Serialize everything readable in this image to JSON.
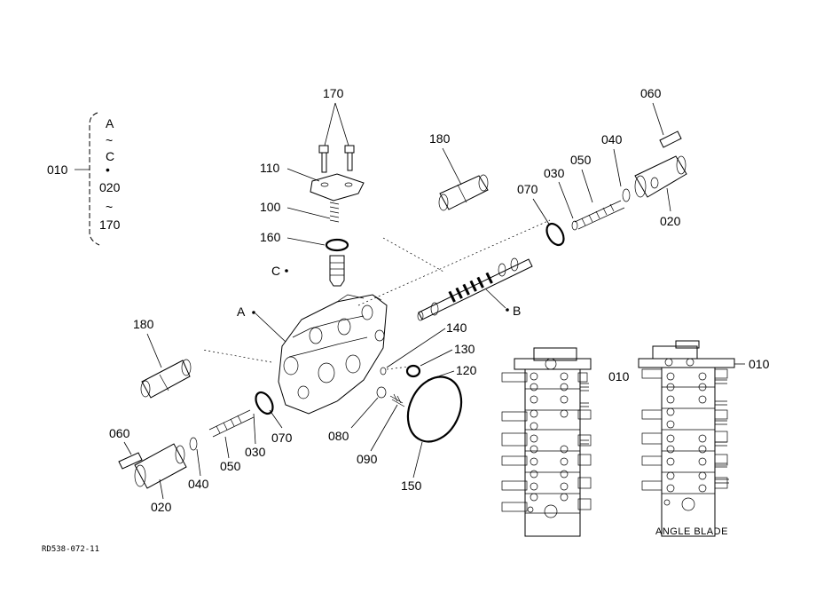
{
  "bracket": {
    "ref": "010",
    "range": [
      "A",
      "~",
      "C",
      "•",
      "020",
      "~",
      "170"
    ]
  },
  "labels": {
    "p170": "170",
    "p110": "110",
    "p100": "100",
    "p160": "160",
    "pC": "C",
    "pA": "A",
    "p180_top": "180",
    "p180_left": "180",
    "p060_top": "060",
    "p040_top": "040",
    "p050_top": "050",
    "p030_top": "030",
    "p070_top": "070",
    "p020_top": "020",
    "pB": "B",
    "p140": "140",
    "p130": "130",
    "p120": "120",
    "p060_left": "060",
    "p070_left": "070",
    "p080": "080",
    "p030_left": "030",
    "p050_left": "050",
    "p040_left": "040",
    "p020_left": "020",
    "p090": "090",
    "p150": "150",
    "p010_mid": "010",
    "p010_right": "010"
  },
  "caption": "ANGLE BLADE",
  "ref_code": "RD538-072-11"
}
